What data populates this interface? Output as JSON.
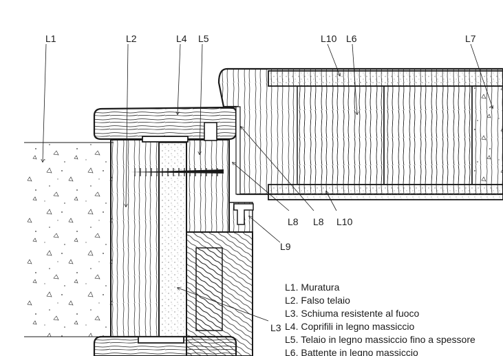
{
  "callouts": {
    "L1": "L1",
    "L2": "L2",
    "L4": "L4",
    "L5": "L5",
    "L10_top": "L10",
    "L6": "L6",
    "L7": "L7",
    "L8_a": "L8",
    "L8_b": "L8",
    "L10_bottom": "L10",
    "L9": "L9",
    "L3": "L3"
  },
  "legend": [
    "L1. Muratura",
    "L2. Falso telaio",
    "L3. Schiuma resistente al fuoco",
    "L4. Coprifili in legno massiccio",
    "L5. Telaio in legno massiccio fino a spessore",
    "L6. Battente in legno massiccio"
  ],
  "colors": {
    "line": "#1a1a1a",
    "background": "#ffffff"
  }
}
